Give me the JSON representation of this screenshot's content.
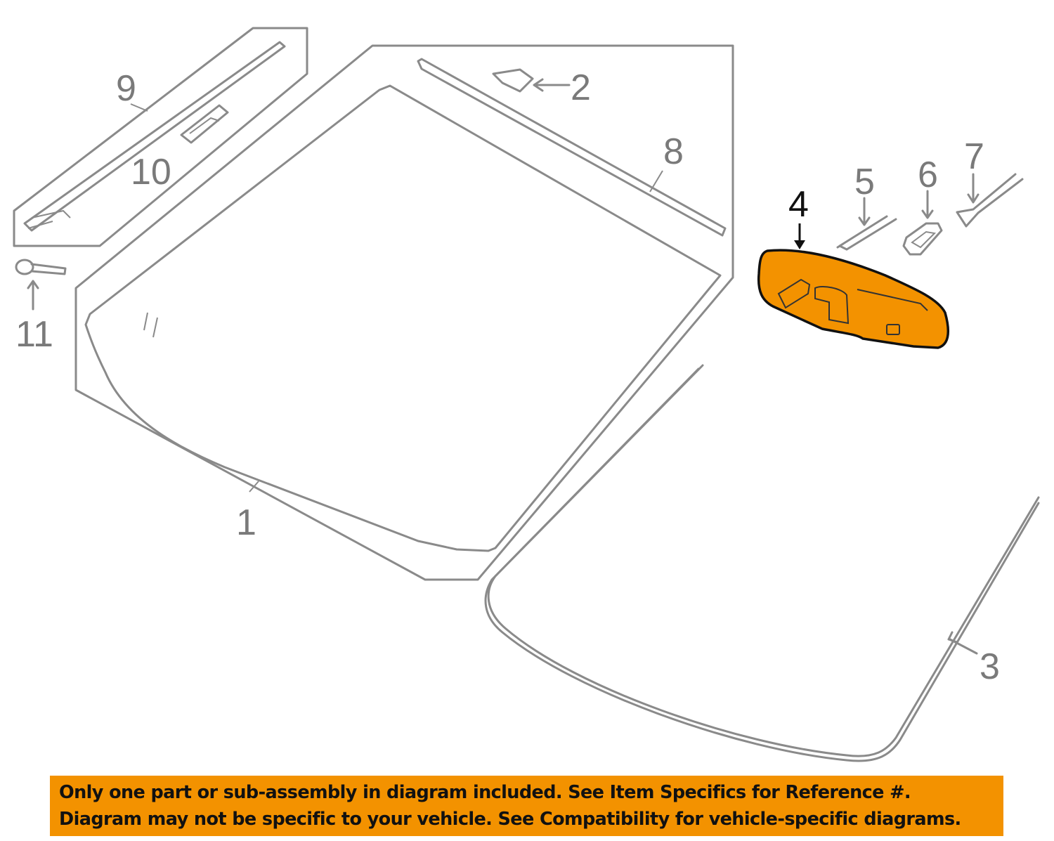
{
  "callouts": {
    "c1": "1",
    "c2": "2",
    "c3": "3",
    "c4": "4",
    "c5": "5",
    "c6": "6",
    "c7": "7",
    "c8": "8",
    "c9": "9",
    "c10": "10",
    "c11": "11"
  },
  "highlight_color": "#f39200",
  "highlighted_part": "4",
  "banner": {
    "line1": "Only one part or sub-assembly in diagram included. See Item Specifics for Reference #.",
    "line2": "Diagram may not be specific to your vehicle. See Compatibility for vehicle-specific diagrams."
  }
}
